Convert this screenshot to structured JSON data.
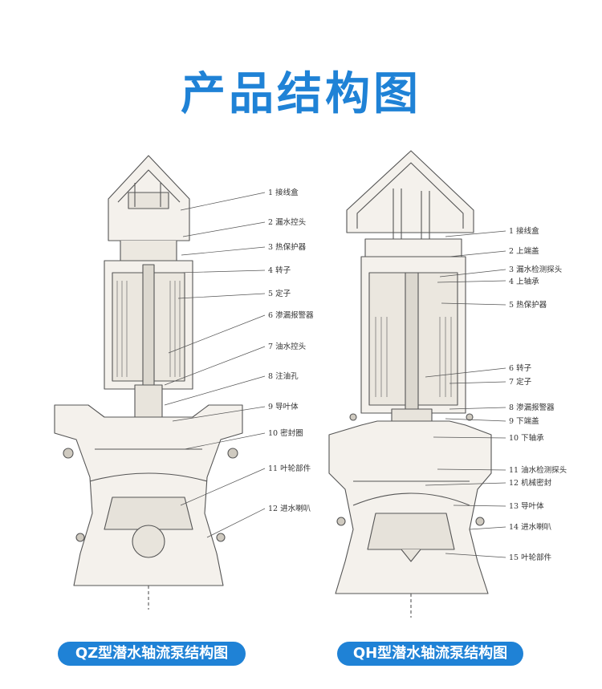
{
  "colors": {
    "accent": "#1f82d6",
    "line": "#555555",
    "fill": "#f4f1ec"
  },
  "title": "产品结构图",
  "left_diagram": {
    "caption": "QZ型潜水轴流泵结构图",
    "labels": [
      "1 接线盒",
      "2 漏水控头",
      "3 热保护器",
      "4 转子",
      "5 定子",
      "6 渗漏报警器",
      "7 油水控头",
      "8 注油孔",
      "9 导叶体",
      "10 密封圈",
      "11 叶轮部件",
      "12 进水喇叭"
    ]
  },
  "right_diagram": {
    "caption": "QH型潜水轴流泵结构图",
    "labels": [
      "1 接线盒",
      "2 上端盖",
      "3 漏水检测探头",
      "4 上轴承",
      "5 热保护器",
      "6 转子",
      "7 定子",
      "8 渗漏报警器",
      "9 下端盖",
      "10 下轴承",
      "11 油水检测探头",
      "12 机械密封",
      "13 导叶体",
      "14 进水喇叭",
      "15 叶轮部件"
    ]
  }
}
